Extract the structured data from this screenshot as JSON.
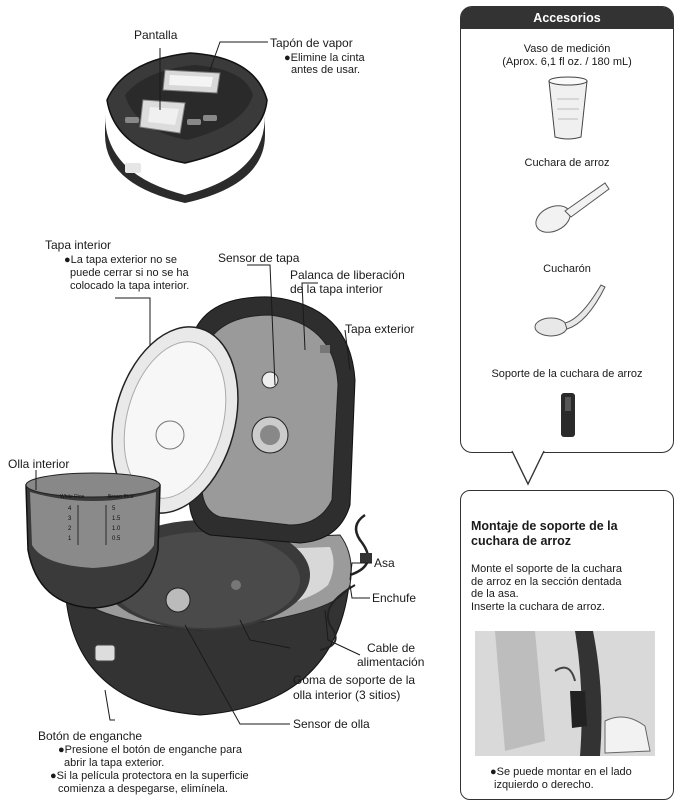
{
  "labels": {
    "pantalla": "Pantalla",
    "tapon": "Tapón de vapor",
    "tapon_note_1": "●Elimine la cinta",
    "tapon_note_2": "antes de usar.",
    "tapa_interior": "Tapa interior",
    "tapa_interior_note_1": "●La tapa exterior no se",
    "tapa_interior_note_2": "puede cerrar si no se ha",
    "tapa_interior_note_3": "colocado la tapa interior.",
    "sensor_tapa": "Sensor de tapa",
    "palanca_1": "Palanca de liberación",
    "palanca_2": "de la tapa interior",
    "tapa_exterior": "Tapa exterior",
    "olla_interior": "Olla interior",
    "asa": "Asa",
    "enchufe": "Enchufe",
    "cable_1": "Cable de",
    "cable_2": "alimentación",
    "goma_1": "Goma de soporte de la",
    "goma_2": "olla interior (3 sitios)",
    "sensor_olla": "Sensor de olla",
    "boton": "Botón de enganche",
    "boton_note_1": "●Presione el botón de enganche para",
    "boton_note_2": "abrir la tapa exterior.",
    "boton_note_3": "●Si la película protectora en la superficie",
    "boton_note_4": "comienza a despegarse, elimínela."
  },
  "accessories": {
    "title": "Accesorios",
    "vaso_1": "Vaso de medición",
    "vaso_2": "(Aprox. 6,1 fl  oz. / 180 mL)",
    "cuchara": "Cuchara de arroz",
    "cucharon": "Cucharón",
    "soporte": "Soporte de la cuchara de arroz"
  },
  "mounting": {
    "title_1": "Montaje de soporte de la",
    "title_2": "cuchara de arroz",
    "text_1": "Monte el soporte de la cuchara",
    "text_2": "de arroz en la sección dentada",
    "text_3": "de la asa.",
    "text_4": "Inserte la cuchara de arroz.",
    "note_1": "●Se puede montar en el lado",
    "note_2": "izquierdo o derecho."
  },
  "pot_markings": {
    "left_head": "White Rice",
    "right_head": "Brown Rice",
    "left_marks": [
      "4",
      "3",
      "2",
      "1"
    ],
    "right_marks": [
      "5",
      "1.5",
      "1.0",
      "0.5"
    ]
  }
}
